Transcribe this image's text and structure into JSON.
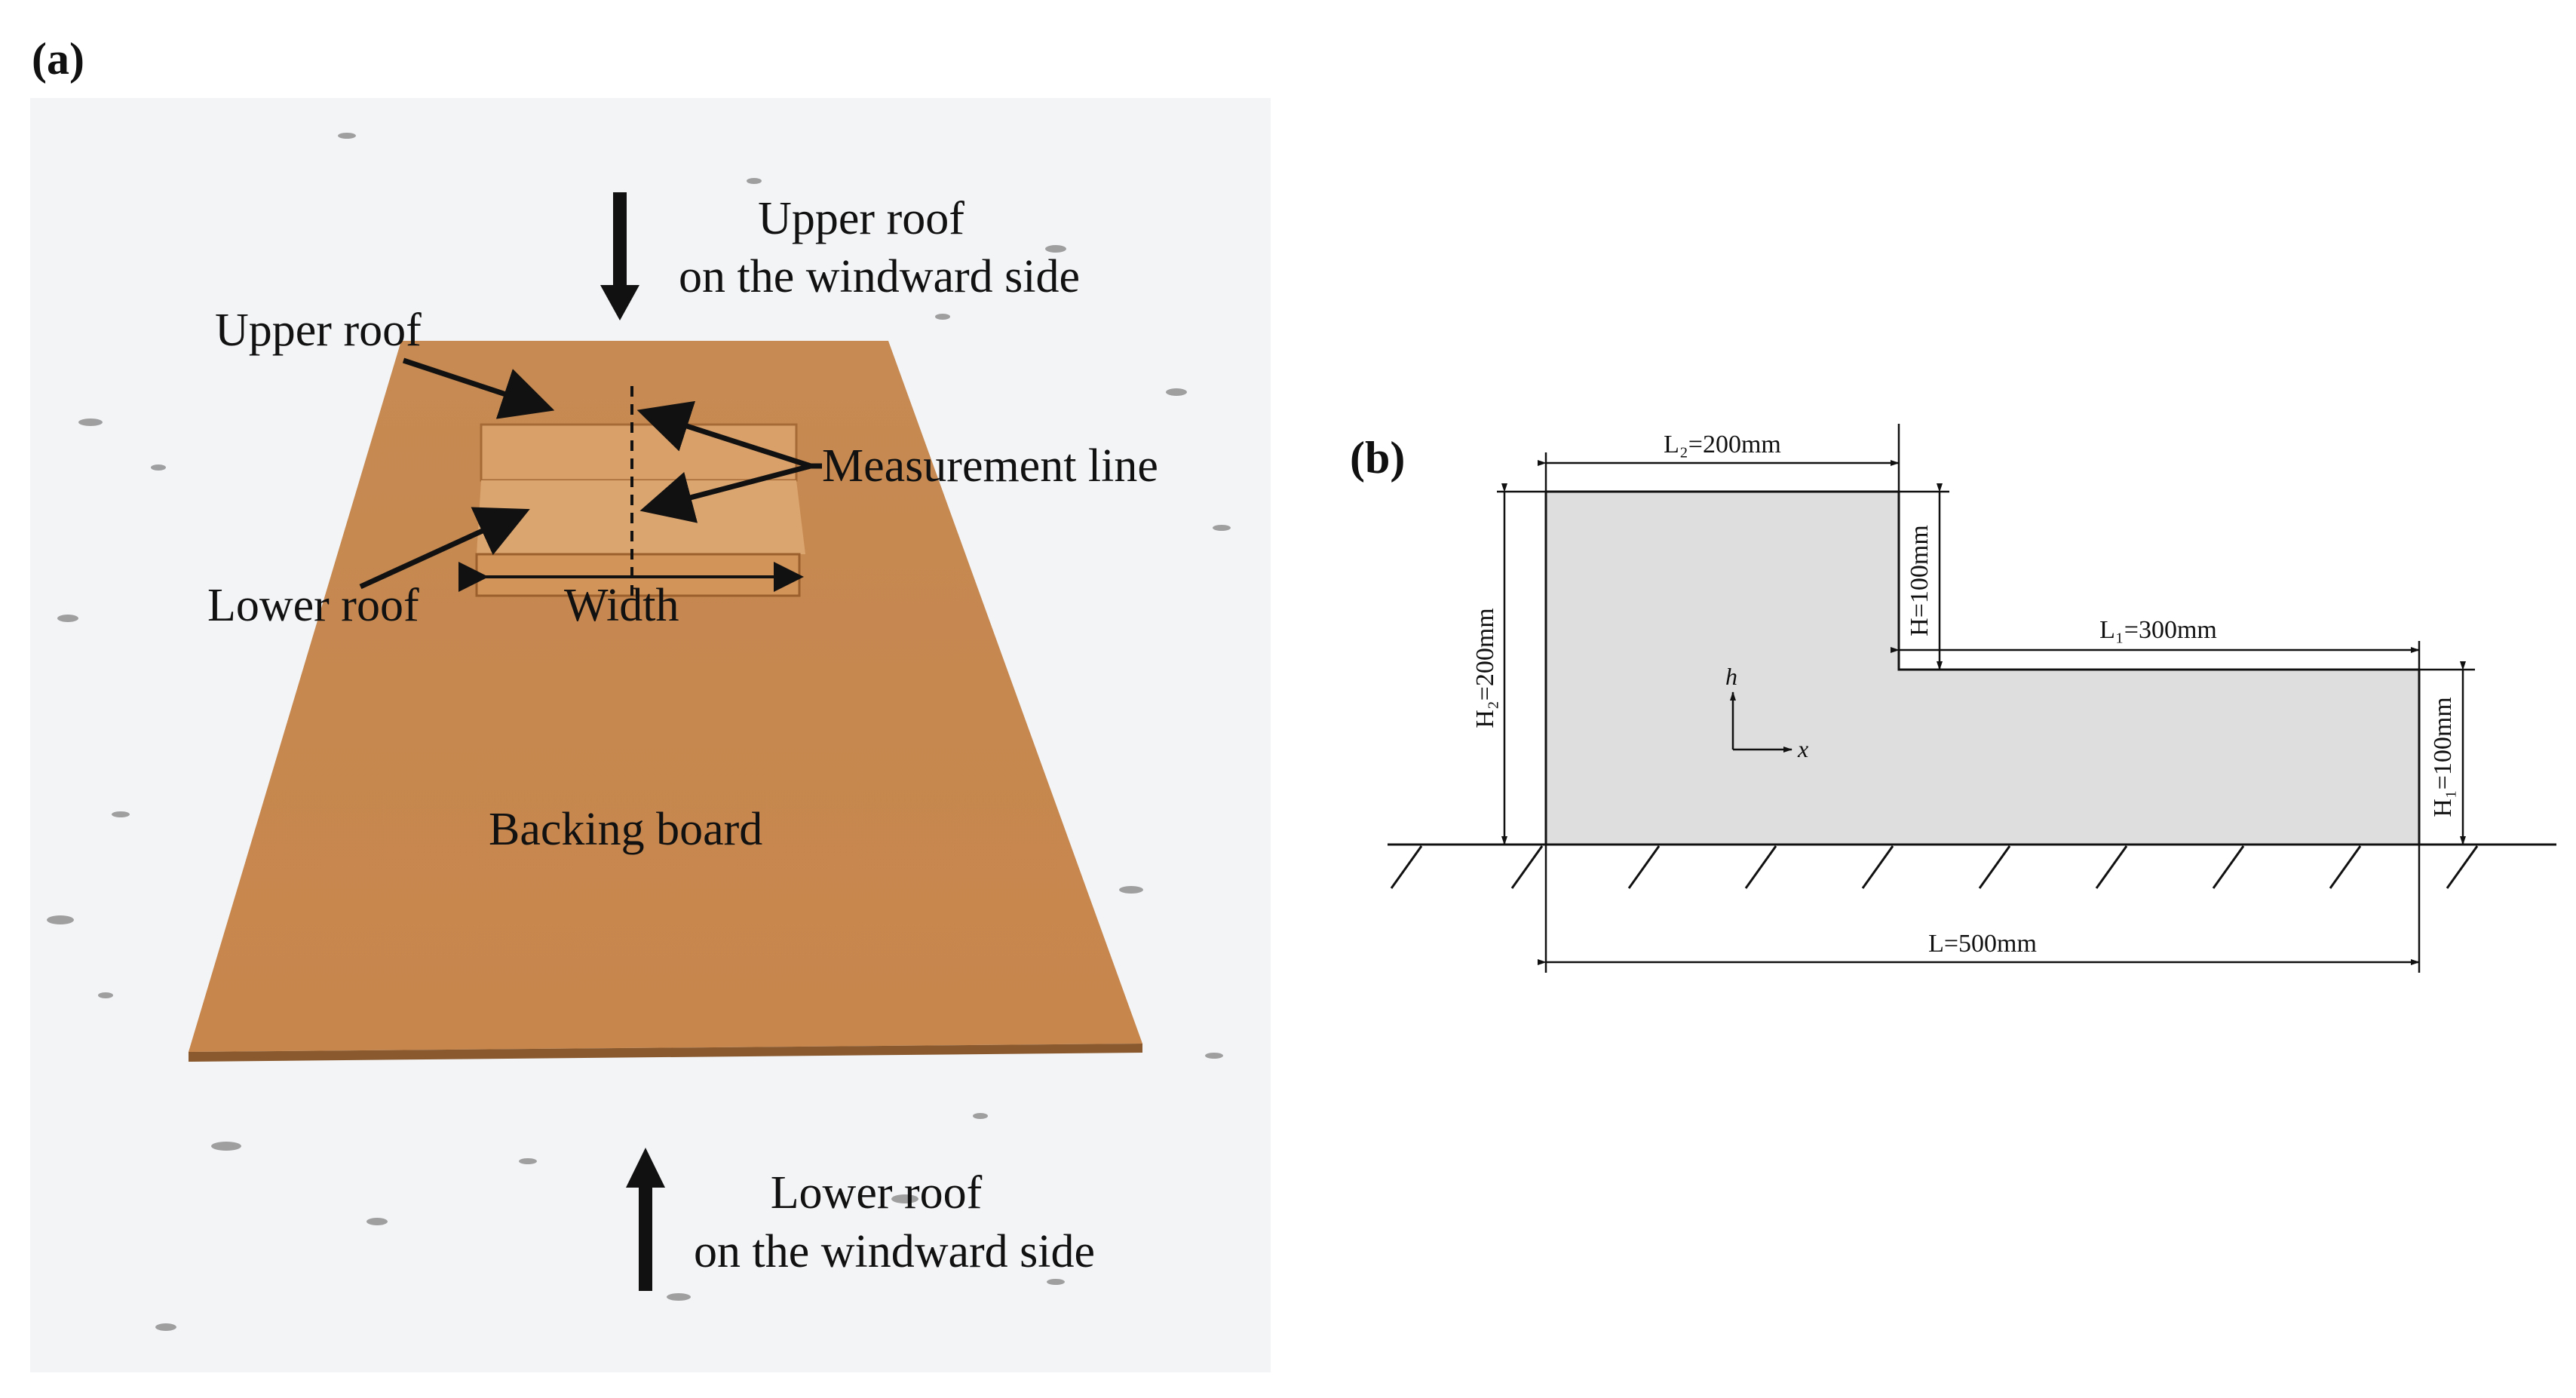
{
  "panel_a": {
    "label": "(a)",
    "annotations": {
      "upper_windward_line1": "Upper roof",
      "upper_windward_line2": "on the windward side",
      "upper_roof": "Upper roof",
      "measurement_line": "Measurement line",
      "lower_roof": "Lower roof",
      "width": "Width",
      "backing_board": "Backing board",
      "lower_windward_line1": "Lower roof",
      "lower_windward_line2": "on the windward side"
    }
  },
  "panel_b": {
    "label": "(b)",
    "dimensions": {
      "L2": "L₂=200mm",
      "H": "H=100mm",
      "L1": "L₁=300mm",
      "H2": "H₂=200mm",
      "H1": "H₁=100mm",
      "L": "L=500mm"
    },
    "axes": {
      "h": "h",
      "x": "x"
    }
  },
  "colors": {
    "board": "#c98a4f",
    "roof_block": "#d9a06a",
    "snow": "#f4f5f7",
    "profile_fill": "#dedede",
    "ink": "#111111"
  }
}
